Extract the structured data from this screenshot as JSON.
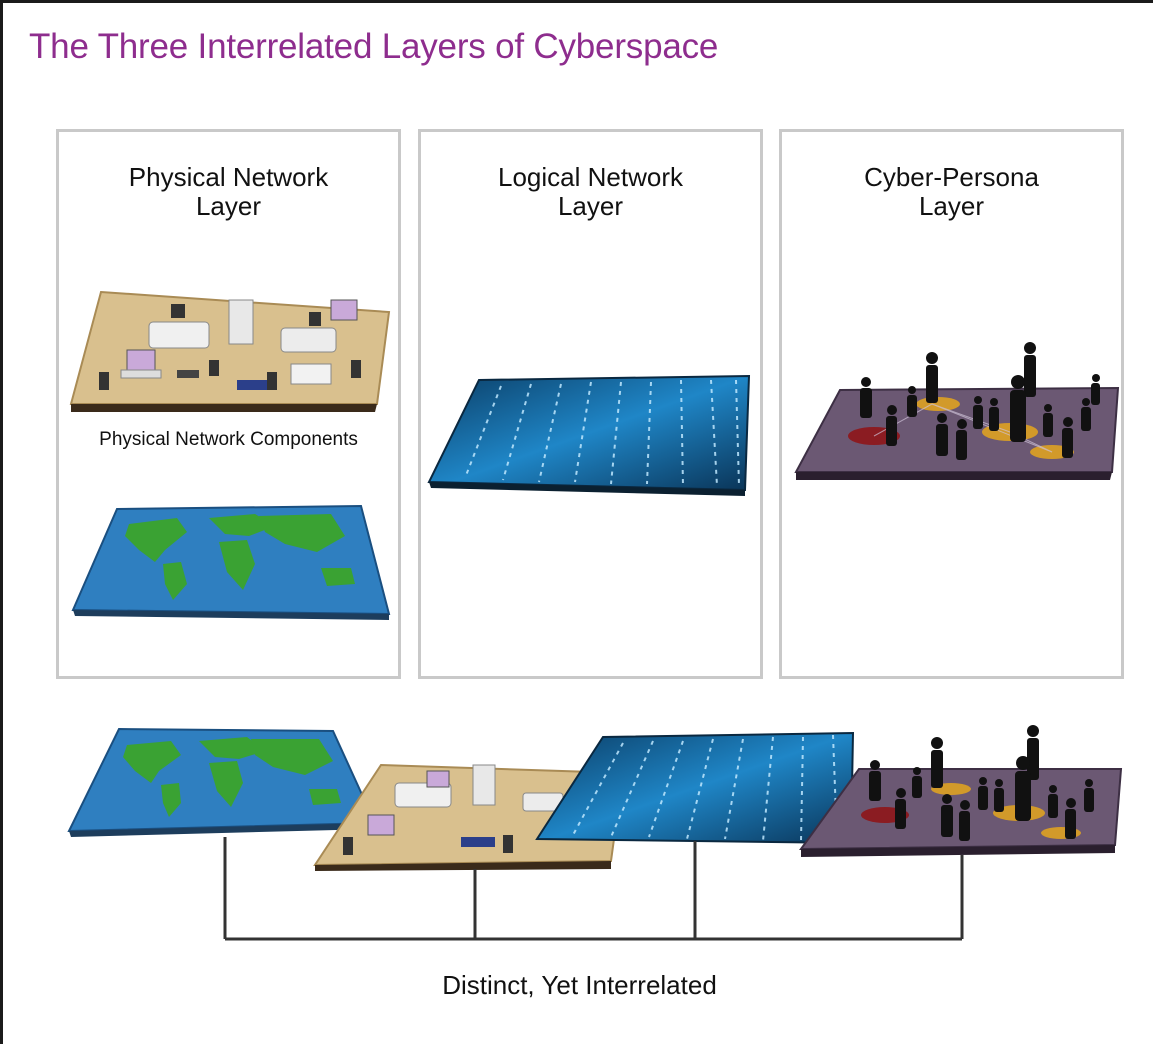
{
  "title": "The Three Interrelated Layers of Cyberspace",
  "panels": {
    "physical": {
      "title_line1": "Physical Network",
      "title_line2": "Layer",
      "components_label": "Physical Network Components"
    },
    "logical": {
      "title_line1": "Logical Network",
      "title_line2": "Layer"
    },
    "persona": {
      "title_line1": "Cyber-Persona",
      "title_line2": "Layer"
    }
  },
  "caption": "Distinct, Yet Interrelated",
  "colors": {
    "title": "#8e2d8e",
    "panel_border": "#c9c9c9",
    "map_blue": "#2f7fc0",
    "land_green": "#3aa233",
    "wood": "#d9c08e",
    "code_blue": "#0f4d7a",
    "persona_purple": "#6b5873"
  },
  "icons": [
    "world-map-icon",
    "network-devices-icon",
    "binary-code-icon",
    "people-silhouettes-icon"
  ]
}
